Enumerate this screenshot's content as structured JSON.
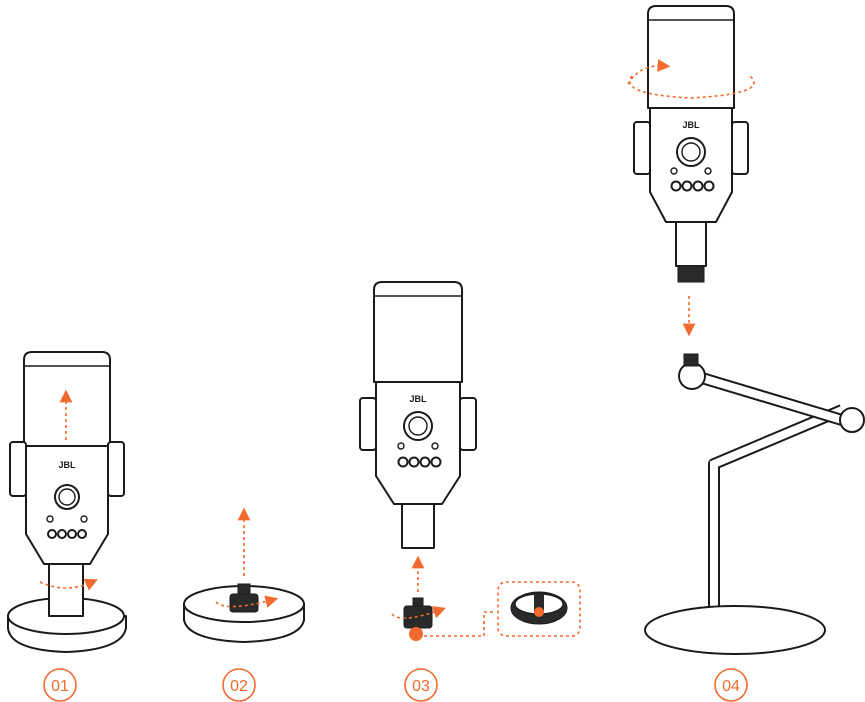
{
  "brand_label": "JBL",
  "steps": [
    {
      "number": "01"
    },
    {
      "number": "02"
    },
    {
      "number": "03"
    },
    {
      "number": "04"
    }
  ],
  "colors": {
    "accent": "#f26a2e",
    "ink": "#1a1a1a",
    "background": "#ffffff"
  }
}
